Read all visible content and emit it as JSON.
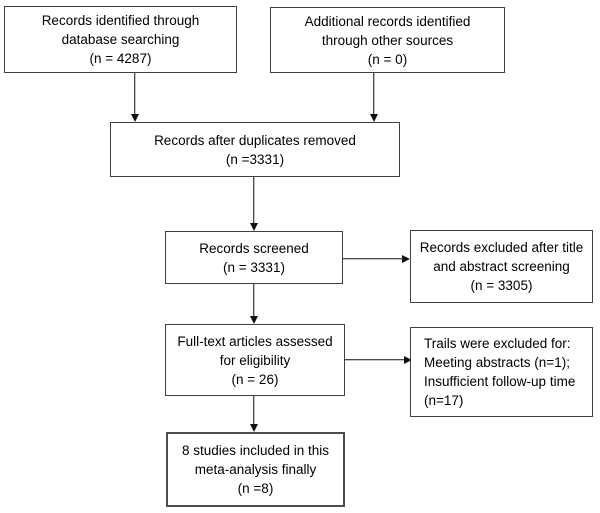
{
  "diagram": {
    "type": "prisma-flowchart",
    "background_color": "#ffffff",
    "box_border_color": "#3f3f3f",
    "arrow_color": "#111111",
    "text_color": "#000000",
    "boxes": {
      "identified_db": {
        "lines": [
          "Records identified through",
          "database searching",
          "(n = 4287)"
        ],
        "n": 4287
      },
      "identified_other": {
        "lines": [
          "Additional records identified",
          "through other sources",
          "(n = 0)"
        ],
        "n": 0
      },
      "after_duplicates": {
        "lines": [
          "Records after duplicates removed",
          "(n =3331)"
        ],
        "n": 3331
      },
      "screened": {
        "lines": [
          "Records screened",
          "(n = 3331)"
        ],
        "n": 3331
      },
      "excluded_title_abstract": {
        "lines": [
          "Records excluded after title",
          "and abstract screening",
          "(n = 3305)"
        ],
        "n": 3305
      },
      "fulltext_assessed": {
        "lines": [
          "Full-text articles assessed",
          "for eligibility",
          "(n = 26)"
        ],
        "n": 26
      },
      "trials_excluded": {
        "lines": [
          "Trails were excluded for:",
          "Meeting abstracts (n=1);",
          "Insufficient follow-up time",
          "(n=17)"
        ],
        "n_meeting_abstracts": 1,
        "n_insufficient_followup": 17
      },
      "included_final": {
        "lines": [
          "8 studies included in this",
          "meta-analysis finally",
          "(n =8)"
        ],
        "n": 8
      }
    }
  }
}
